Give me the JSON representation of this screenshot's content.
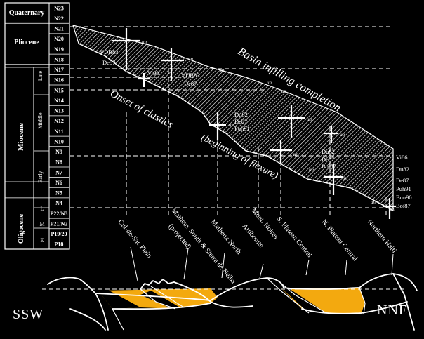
{
  "strat_column": {
    "epochs": [
      {
        "id": "quaternary",
        "label": "Quaternary"
      },
      {
        "id": "pliocene",
        "label": "Pliocene"
      },
      {
        "id": "miocene",
        "label": "Miocene"
      },
      {
        "id": "oligocene",
        "label": "Oligocene"
      }
    ],
    "sub_epochs": [
      {
        "id": "late",
        "label": "Late"
      },
      {
        "id": "middle",
        "label": "Middle"
      },
      {
        "id": "early",
        "label": "Early"
      },
      {
        "id": "ol-l",
        "label": "L"
      },
      {
        "id": "ol-m",
        "label": "M"
      },
      {
        "id": "ol-e",
        "label": "E"
      }
    ],
    "zones": [
      "N23",
      "N22",
      "N21",
      "N20",
      "N19",
      "N18",
      "N17",
      "N16",
      "N15",
      "N14",
      "N13",
      "N12",
      "N11",
      "N10",
      "N9",
      "N8",
      "N7",
      "N6",
      "N5",
      "N4",
      "P22/N3",
      "P21/N2",
      "P19/20",
      "P18"
    ]
  },
  "annotations": {
    "basin_infilling": "Basin infilling completion",
    "onset_clastics": "Onset of clastics",
    "beginning_flexure": "(beginning of flexure)"
  },
  "refs": {
    "vdb83_a": "VDB83",
    "de87_a": "De87",
    "vi90": "Vi90",
    "vdb83_b": "VDB83",
    "de87_b": "De87",
    "du82_a": "Du82",
    "de87_c": "De87",
    "puh91": "Puh91",
    "du82_b": "Du82",
    "de87_d": "De87",
    "boi87_a": "Boi87",
    "right_list": [
      "Vi86",
      "Du82",
      "De87",
      "Puh91",
      "Bun90",
      "Boi87"
    ]
  },
  "range_marks": [
    "un",
    "un",
    "un",
    "un",
    "un",
    "un",
    "un",
    "un",
    "un",
    "un",
    "un",
    "un",
    "un"
  ],
  "locations": [
    "Cul-de-Sac Plain",
    "Matheux South & Sierra de Neiba",
    "(projected)",
    "Matheux North",
    "Artibonite",
    "Mont. Noires",
    "S. Plateau Central",
    "N. Plateau Central",
    "Northern Haiti"
  ],
  "direction": {
    "left": "SSW",
    "right": "NNE"
  },
  "colors": {
    "fill": "#f3a90f",
    "line": "#ffffff",
    "background": "#000000"
  }
}
